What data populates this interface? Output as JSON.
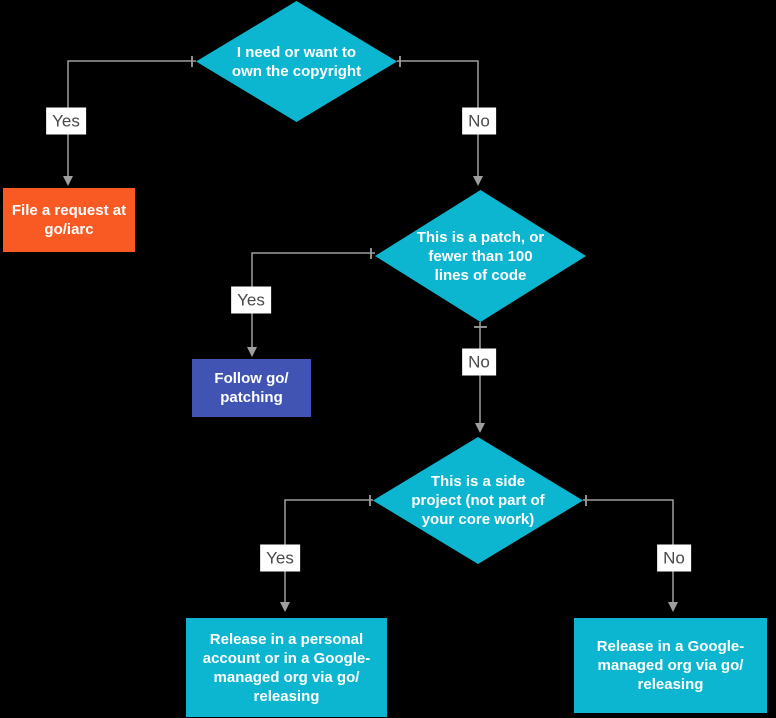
{
  "colors": {
    "background": "#000000",
    "connector": "#9e9e9e",
    "cyan": "#0db6d0",
    "orange": "#f95a24",
    "indigo": "#4154b4",
    "node_text": "#ffffff",
    "label_bg": "#ffffff",
    "label_text": "#4a4a4a"
  },
  "nodes": {
    "decision_copyright": {
      "label": "I need or want to\nown the copyright"
    },
    "decision_patch": {
      "label": "This is a patch, or\nfewer than 100\nlines of code"
    },
    "decision_side_project": {
      "label": "This is a side\nproject (not part of\nyour core work)"
    },
    "result_iarc": {
      "label": "File a request at\ngo/iarc"
    },
    "result_patching": {
      "label": "Follow go/\npatching"
    },
    "result_personal": {
      "label": "Release in a personal\naccount or in a Google-\nmanaged org via go/\nreleasing"
    },
    "result_managed": {
      "label": "Release in a Google-\nmanaged org via go/\nreleasing"
    }
  },
  "edge_labels": {
    "copyright_yes": "Yes",
    "copyright_no": "No",
    "patch_yes": "Yes",
    "patch_no": "No",
    "side_yes": "Yes",
    "side_no": "No"
  }
}
